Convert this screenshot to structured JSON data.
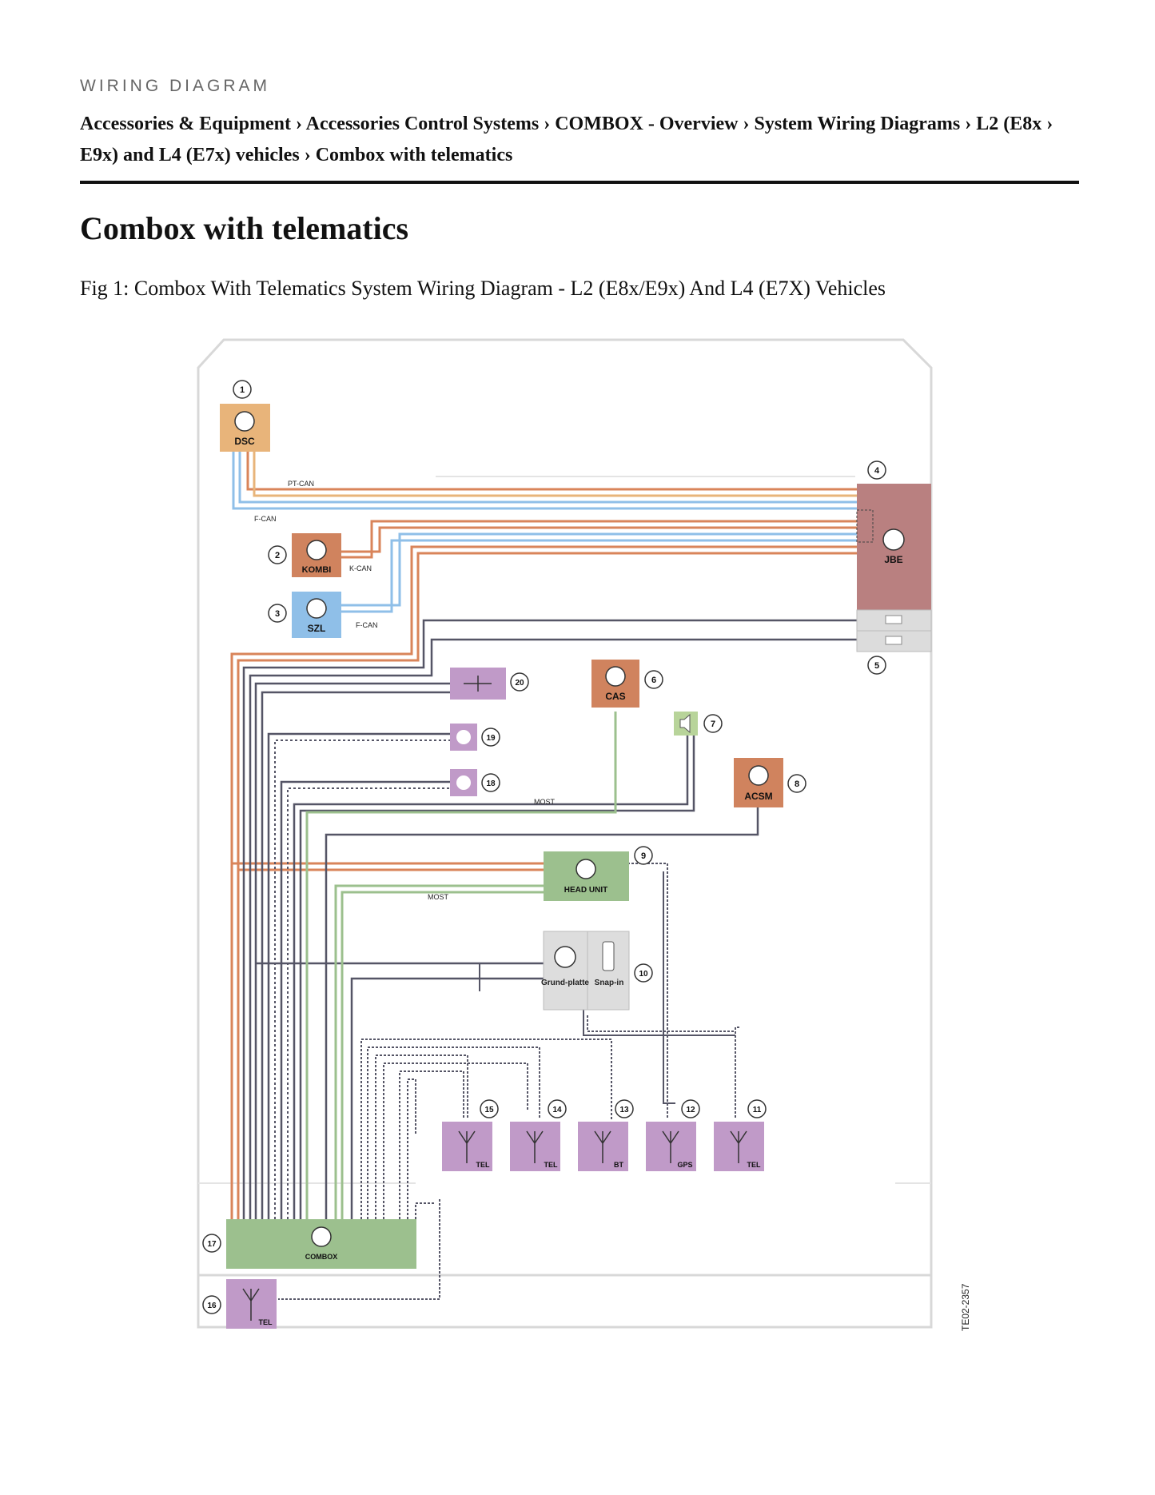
{
  "header": {
    "kicker": "WIRING DIAGRAM",
    "breadcrumbs": [
      "Accessories & Equipment",
      "Accessories Control Systems",
      "COMBOX - Overview",
      "System Wiring Diagrams",
      "L2 (E8x",
      "E9x) and L4 (E7x) vehicles",
      "Combox with telematics"
    ],
    "separator": "›"
  },
  "title": "Combox with telematics",
  "caption": "Fig 1: Combox With Telematics System Wiring Diagram - L2 (E8x/E9x) And L4 (E7X) Vehicles",
  "diagram": {
    "image_code": "TE02-2357",
    "components": [
      {
        "id": "dsc",
        "number": "1",
        "label": "DSC",
        "color": "#e8b47a"
      },
      {
        "id": "kombi",
        "number": "2",
        "label": "KOMBI",
        "color": "#d0835e"
      },
      {
        "id": "szl",
        "number": "3",
        "label": "SZL",
        "color": "#8fbfe8"
      },
      {
        "id": "jbe",
        "number": "4",
        "label": "JBE",
        "color": "#b98080"
      },
      {
        "id": "fuse",
        "number": "5",
        "label": "",
        "color": "#dcdcdc"
      },
      {
        "id": "cas",
        "number": "6",
        "label": "CAS",
        "color": "#d0835e"
      },
      {
        "id": "speaker",
        "number": "7",
        "label": "",
        "color": "#b8d49a"
      },
      {
        "id": "acsm",
        "number": "8",
        "label": "ACSM",
        "color": "#d0835e"
      },
      {
        "id": "headunit",
        "number": "9",
        "label": "HEAD UNIT",
        "color": "#9cc08e"
      },
      {
        "id": "grundplatte",
        "number": "10",
        "label": "Grund-platte",
        "label2": "Snap-in",
        "color": "#dddddd"
      },
      {
        "id": "ant11",
        "number": "11",
        "label": "TEL",
        "color": "#c09ac8"
      },
      {
        "id": "ant12",
        "number": "12",
        "label": "GPS",
        "color": "#c09ac8"
      },
      {
        "id": "ant13",
        "number": "13",
        "label": "BT",
        "color": "#c09ac8"
      },
      {
        "id": "ant14",
        "number": "14",
        "label": "TEL",
        "color": "#c09ac8"
      },
      {
        "id": "ant15",
        "number": "15",
        "label": "TEL",
        "color": "#c09ac8"
      },
      {
        "id": "ant16",
        "number": "16",
        "label": "TEL",
        "color": "#c09ac8"
      },
      {
        "id": "combox",
        "number": "17",
        "label": "COMBOX",
        "color": "#9cc08e"
      },
      {
        "id": "mic18",
        "number": "18",
        "label": "",
        "color": "#c09ac8"
      },
      {
        "id": "mic19",
        "number": "19",
        "label": "",
        "color": "#c09ac8"
      },
      {
        "id": "switch20",
        "number": "20",
        "label": "",
        "color": "#c09ac8"
      }
    ],
    "bus_labels": {
      "ptcan": "PT-CAN",
      "fcan1": "F-CAN",
      "kcan": "K-CAN",
      "fcan2": "F-CAN",
      "most1": "MOST",
      "most2": "MOST"
    },
    "colors": {
      "orange_wire": "#d9845a",
      "blue_wire": "#8fbfe8",
      "green_wire": "#9cc08e",
      "dark_wire": "#555566",
      "frame": "#d8d8d8"
    }
  }
}
